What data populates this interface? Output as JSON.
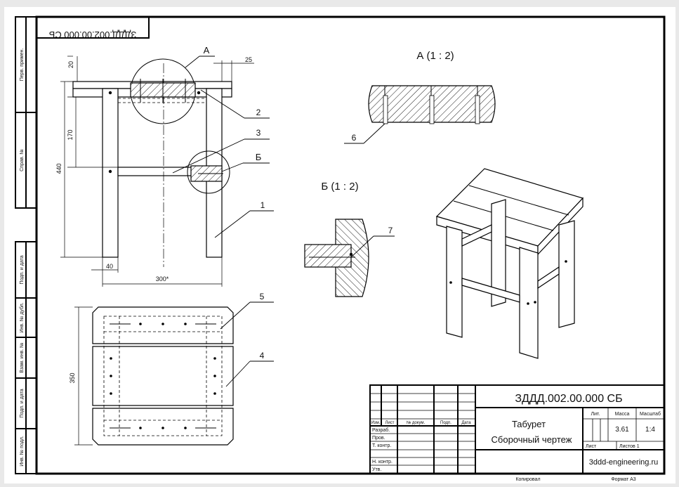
{
  "stamp": {
    "mirror_code": "ЗДДД.002.00.000 СБ"
  },
  "side_labels": [
    "Перв. примен.",
    "Справ. №",
    "Подп. и дата",
    "Инв. № дубл.",
    "Взам. инв. №",
    "Подп. и дата",
    "Инв. № подл."
  ],
  "dims": {
    "top_20": "20",
    "left_25": "25",
    "v_170": "170",
    "v_440": "440",
    "h_40": "40",
    "h_300": "300*",
    "v_350": "350"
  },
  "callouts": {
    "view_a": "А",
    "view_b": "Б",
    "p1": "1",
    "p2": "2",
    "p3": "3",
    "p4": "4",
    "p5": "5",
    "p6": "6",
    "p7": "7"
  },
  "detail_titles": {
    "a": "А (1 : 2)",
    "b": "Б (1 : 2)"
  },
  "title_block": {
    "doc_code": "ЗДДД.002.00.000 СБ",
    "name_line1": "Табурет",
    "name_line2": "Сборочный чертеж",
    "col_headers": [
      "Изм.",
      "Лист",
      "№ докум.",
      "Подп.",
      "Дата"
    ],
    "row_labels": [
      "Разраб.",
      "Пров.",
      "Т. контр.",
      "Н. контр.",
      "Утв."
    ],
    "lit_label": "Лит.",
    "mass_label": "Масса",
    "scale_label": "Масштаб",
    "mass_value": "3.61",
    "scale_value": "1:4",
    "sheet_label": "Лист",
    "sheets_label": "Листов 1",
    "site": "3ddd-engineering.ru"
  },
  "footer": {
    "copied": "Копировал",
    "format": "Формат А3"
  }
}
